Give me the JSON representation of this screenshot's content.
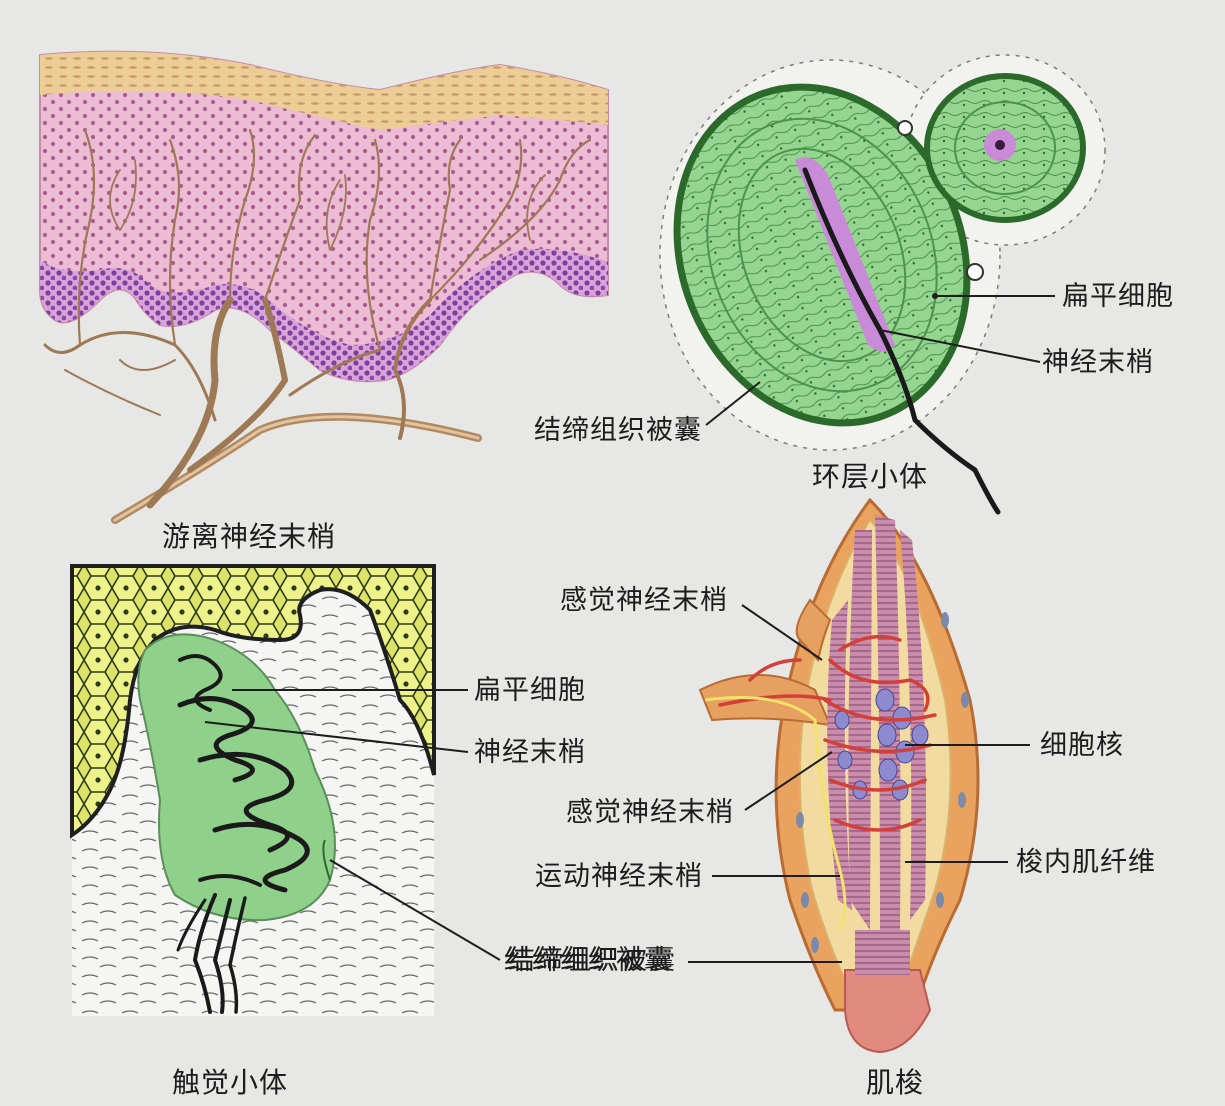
{
  "panels": {
    "free_endings": {
      "caption": "游离神经末梢"
    },
    "lamellar": {
      "caption": "环层小体",
      "labels": {
        "flat_cell": "扁平细胞",
        "nerve_ending": "神经末梢",
        "capsule": "结缔组织被囊"
      }
    },
    "tactile": {
      "caption": "触觉小体",
      "labels": {
        "flat_cell": "扁平细胞",
        "nerve_ending": "神经末梢",
        "capsule": "结缔组织被囊"
      }
    },
    "spindle": {
      "caption": "肌梭",
      "labels": {
        "sensory_top": "感觉神经末梢",
        "nucleus": "细胞核",
        "sensory_mid": "感觉神经末梢",
        "intrafusal": "梭内肌纤维",
        "motor": "运动神经末梢",
        "capsule": "结缔组织被囊"
      }
    }
  },
  "colors": {
    "epidermis_pink": "#e8b4cf",
    "keratin_yellow": "#e9c890",
    "basal_purple": "#9a4fb0",
    "nerve_brown": "#a9825d",
    "capsule_green": "#8fd08a",
    "core_lilac": "#c98ad8",
    "skin_yellow": "#d6dc5a",
    "muscle_orange": "#e59a5a",
    "fiber_mauve": "#c88aa8",
    "vessel_red": "#d3403a",
    "nucleus_blue": "#8d8ad0"
  }
}
